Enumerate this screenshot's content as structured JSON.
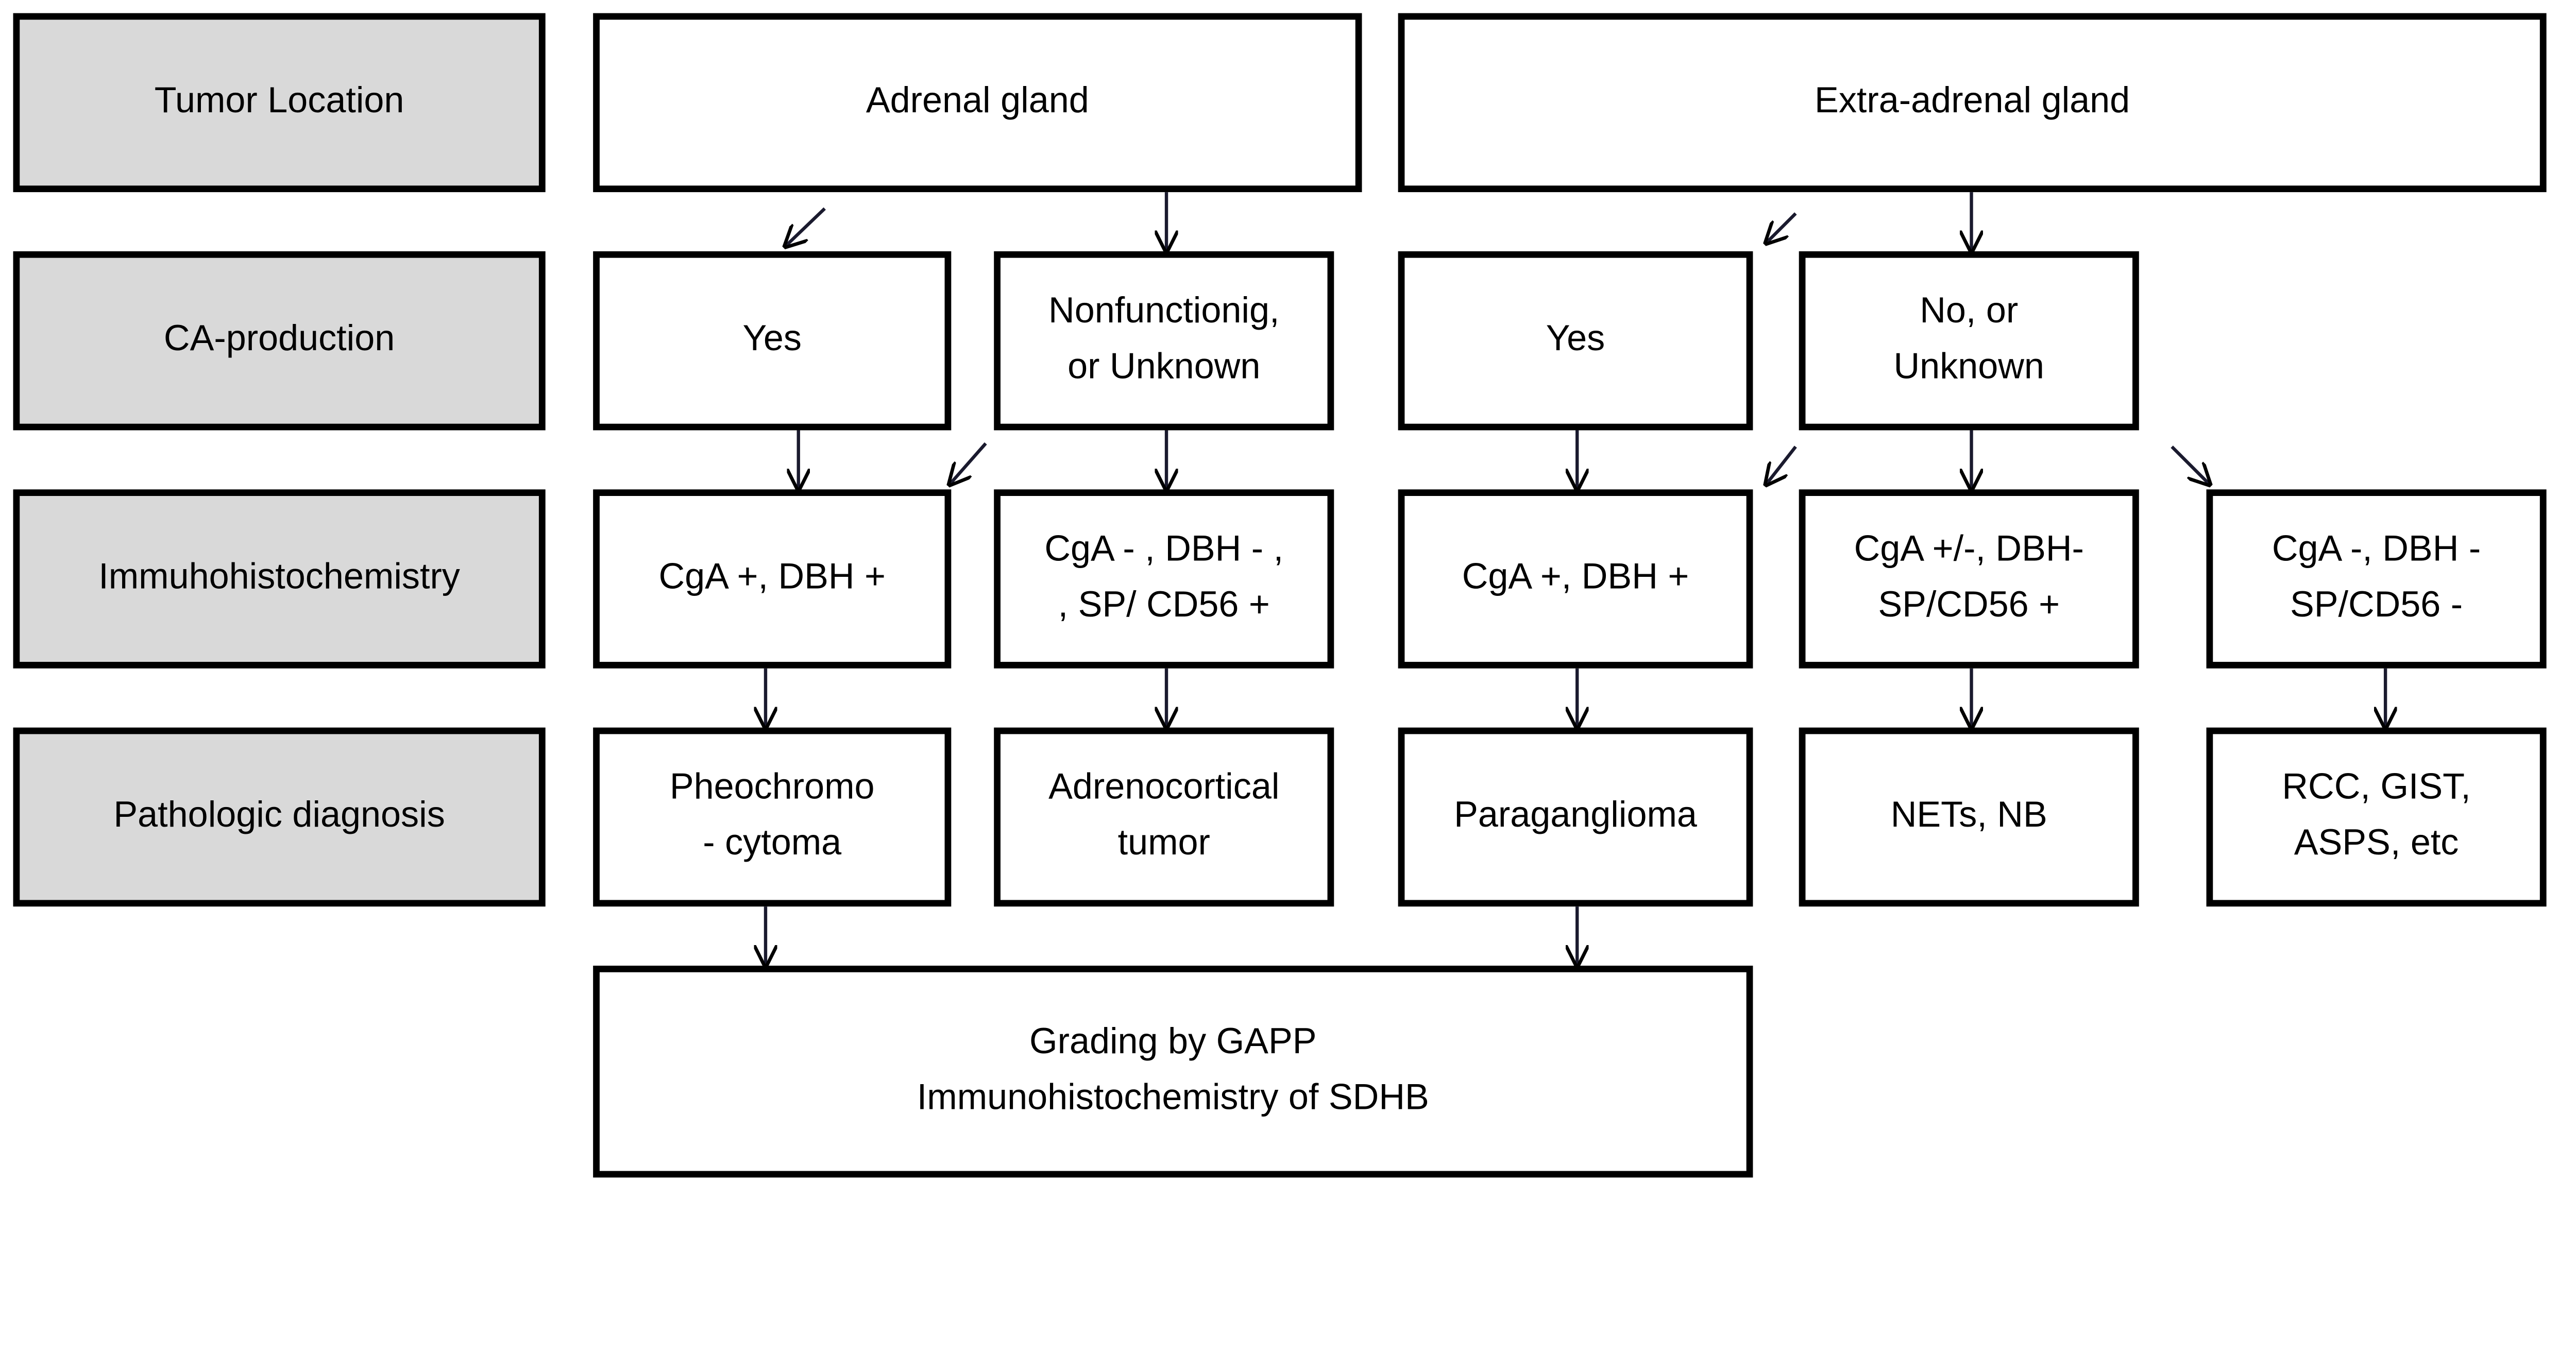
{
  "colors": {
    "label_fill": "#d9d9d9",
    "box_fill": "#ffffff",
    "stroke": "#000000",
    "arrow": "#1a1a2e"
  },
  "row_labels": [
    "Tumor Location",
    "CA-production",
    "Immuhohistochemistry",
    "Pathologic diagnosis"
  ],
  "boxes": {
    "adrenal": [
      "Adrenal gland"
    ],
    "extra_adrenal": [
      "Extra-adrenal gland"
    ],
    "adrenal_ca_yes": [
      "Yes"
    ],
    "adrenal_ca_nonfunctioning": [
      "Nonfunctionig,",
      "or Unknown"
    ],
    "extra_ca_yes": [
      "Yes"
    ],
    "extra_ca_no": [
      "No, or",
      "Unknown"
    ],
    "ihc_adrenal_pos": [
      "CgA +, DBH +"
    ],
    "ihc_adrenal_neg": [
      "CgA - , DBH - ,",
      ", SP/ CD56 +"
    ],
    "ihc_extra_pos": [
      "CgA +, DBH +"
    ],
    "ihc_extra_mixed": [
      "CgA +/-,  DBH-",
      "SP/CD56 +"
    ],
    "ihc_extra_neg": [
      "CgA -, DBH -",
      "SP/CD56 -"
    ],
    "dx_pheochromocytoma": [
      "Pheochromo",
      "- cytoma"
    ],
    "dx_adrenocortical": [
      "Adrenocortical",
      "tumor"
    ],
    "dx_paraganglioma": [
      "Paraganglioma"
    ],
    "dx_nets_nb": [
      "NETs, NB"
    ],
    "dx_rcc_gist_asps": [
      "RCC, GIST,",
      "ASPS, etc"
    ],
    "grading": [
      "Grading by GAPP",
      "Immunohistochemistry of SDHB"
    ]
  }
}
